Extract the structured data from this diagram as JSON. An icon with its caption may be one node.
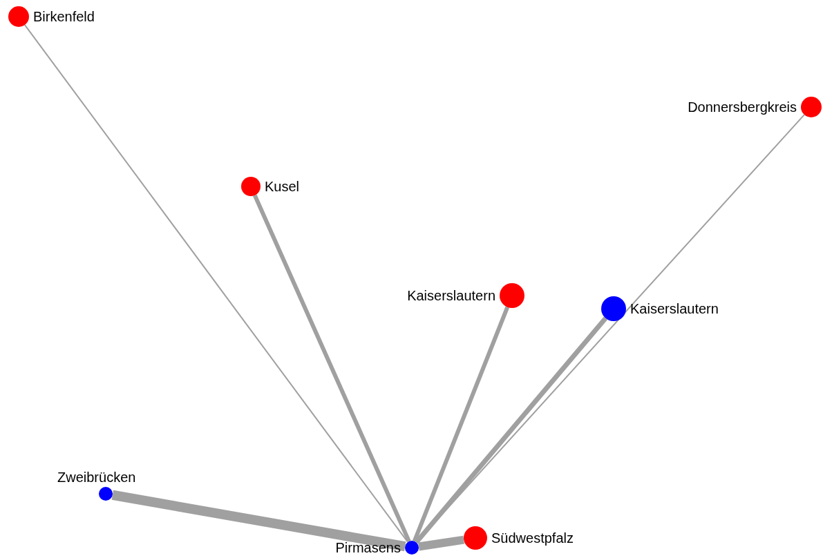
{
  "diagram": {
    "nodes": [
      {
        "text": [
          "Birkenfeld"
        ]
      },
      {
        "text": [
          "Donnersbergkreis"
        ]
      },
      {
        "text": [
          "Kusel"
        ]
      },
      {
        "text": [
          "Kaiserslautern"
        ]
      },
      {
        "text": [
          "Kaiserslautern"
        ]
      },
      {
        "text": [
          "Zweibrücken"
        ]
      },
      {
        "text": [
          "Pirmasens"
        ]
      },
      {
        "text": [
          "Südwestpfalz"
        ]
      }
    ],
    "edges": [
      {
        "from": 6,
        "to": 0,
        "arrow": "none"
      },
      {
        "from": 6,
        "to": 1,
        "arrow": "none"
      },
      {
        "from": 6,
        "to": 2,
        "arrow": "none"
      },
      {
        "from": 6,
        "to": 3,
        "arrow": "none"
      },
      {
        "from": 6,
        "to": 4,
        "arrow": "none"
      },
      {
        "from": 6,
        "to": 5,
        "arrow": "none",
        "style": "thick"
      },
      {
        "from": 6,
        "to": 7,
        "arrow": "none",
        "style": "thick"
      }
    ]
  }
}
